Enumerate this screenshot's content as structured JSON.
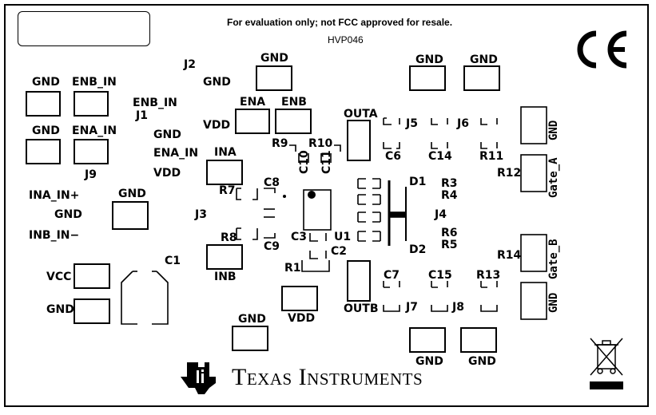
{
  "header": {
    "notice": "For evaluation only; not FCC approved for resale.",
    "board_id": "HVP046"
  },
  "marks": {
    "ce": "CE",
    "weee_icon": "crossed-out-wheelie-bin-icon"
  },
  "brand": {
    "name": "Texas Instruments",
    "logo_icon": "ti-logo-icon"
  },
  "labels": {
    "gnd": "GND",
    "enb_in": "ENB_IN",
    "ena_in": "ENA_IN",
    "j9": "J9",
    "j2": "J2",
    "j1": "J1",
    "j3": "J3",
    "vdd": "VDD",
    "ena": "ENA",
    "enb": "ENB",
    "ina": "INA",
    "inb": "INB",
    "outa": "OUTA",
    "outb": "OUTB",
    "ina_in_plus": "INA_IN+",
    "inb_in_minus": "INB_IN−",
    "vcc": "VCC",
    "c1": "C1",
    "c2": "C2",
    "c3": "C3",
    "c6": "C6",
    "c7": "C7",
    "c8": "C8",
    "c9": "C9",
    "c10": "C10",
    "c11": "C11",
    "c14": "C14",
    "c15": "C15",
    "r1": "R1",
    "r3": "R3",
    "r4": "R4",
    "r5": "R5",
    "r6": "R6",
    "r7": "R7",
    "r8": "R8",
    "r9": "R9",
    "r10": "R10",
    "r11": "R11",
    "r12": "R12",
    "r13": "R13",
    "r14": "R14",
    "u1": "U1",
    "d1": "D1",
    "d2": "D2",
    "j4": "J4",
    "j5": "J5",
    "j6": "J6",
    "j7": "J7",
    "j8": "J8",
    "gate_a": "Gate_A",
    "gate_b": "Gate_B"
  }
}
